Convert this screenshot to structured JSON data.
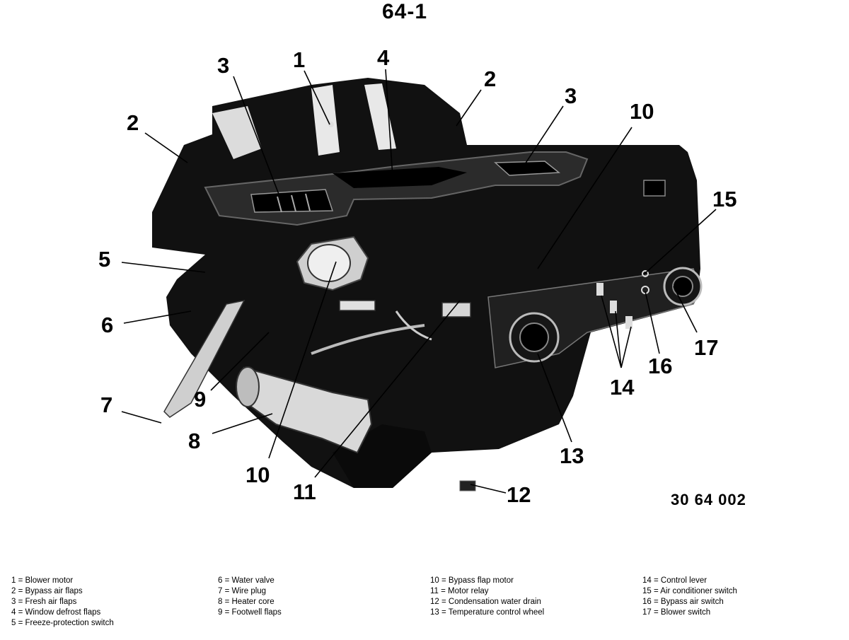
{
  "page_title": "64-1",
  "figure_number": "30 64 002",
  "callouts": [
    "3",
    "1",
    "4",
    "2",
    "2",
    "3",
    "10",
    "15",
    "5",
    "6",
    "9",
    "7",
    "8",
    "10",
    "11",
    "12",
    "13",
    "14",
    "16",
    "17"
  ],
  "legend": {
    "col1": [
      "1 = Blower motor",
      "2 = Bypass air flaps",
      "3 = Fresh air flaps",
      "4 = Window defrost flaps",
      "5 = Freeze-protection switch"
    ],
    "col2": [
      "6 = Water valve",
      "7 = Wire plug",
      "8 = Heater core",
      "9 = Footwell flaps"
    ],
    "col3": [
      "10 = Bypass flap motor",
      "11 = Motor relay",
      "12 = Condensation water drain",
      "13 = Temperature control wheel"
    ],
    "col4": [
      "14 = Control lever",
      "15 = Air conditioner switch",
      "16 = Bypass air switch",
      "17 = Blower switch"
    ]
  }
}
